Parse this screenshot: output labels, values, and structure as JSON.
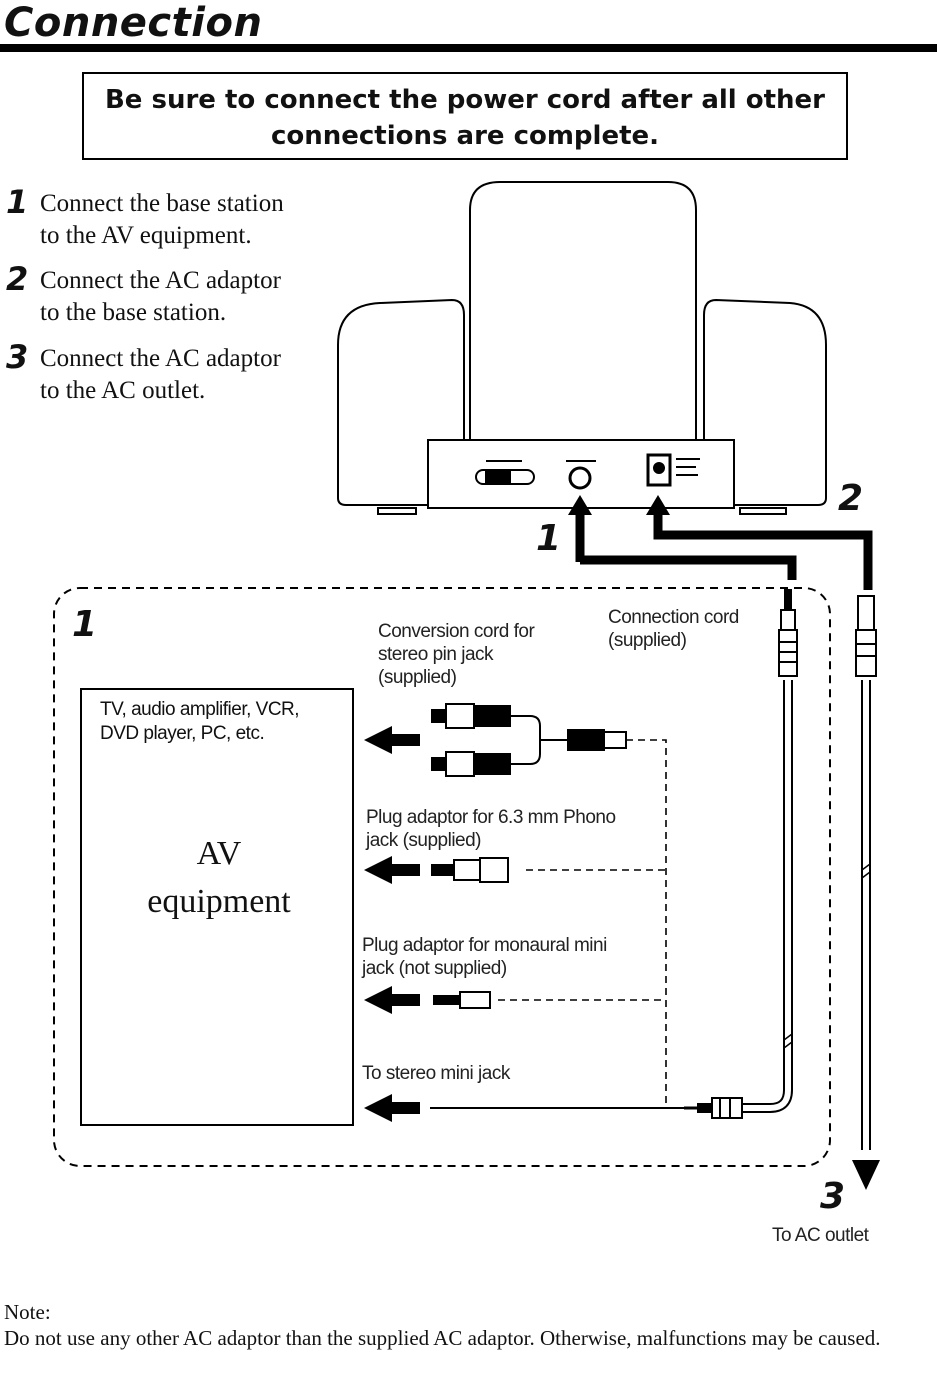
{
  "title": "Connection",
  "warning": {
    "line1": "Be sure to connect the power cord after all other",
    "line2": "connections are complete."
  },
  "steps": [
    {
      "number": "1",
      "line1": "Connect the base station",
      "line2": "to the AV equipment."
    },
    {
      "number": "2",
      "line1": "Connect the AC adaptor",
      "line2": "to the base station."
    },
    {
      "number": "3",
      "line1": "Connect the AC adaptor",
      "line2": "to the AC outlet."
    }
  ],
  "diagram": {
    "callout_1_station": "1",
    "callout_2_station": "2",
    "callout_1_box": "1",
    "callout_3": "3",
    "connection_cord": {
      "line1": "Connection cord",
      "line2": "(supplied)"
    },
    "conversion_cord": {
      "line1": "Conversion cord for",
      "line2": "stereo pin jack",
      "line3": "(supplied)"
    },
    "phono_adaptor": {
      "line1": "Plug adaptor for 6.3 mm Phono",
      "line2": "jack (supplied)"
    },
    "mini_adaptor": {
      "line1": "Plug adaptor for monaural mini",
      "line2": "jack (not supplied)"
    },
    "stereo_mini": "To stereo mini jack",
    "ac_outlet": "To AC outlet",
    "av_box": {
      "small_line1": "TV, audio amplifier, VCR,",
      "small_line2": "DVD player, PC, etc.",
      "big_line1": "AV",
      "big_line2": "equipment"
    }
  },
  "note": {
    "heading": "Note:",
    "body": "Do not use any other AC adaptor than the supplied AC adaptor. Otherwise, malfunctions may be caused."
  }
}
